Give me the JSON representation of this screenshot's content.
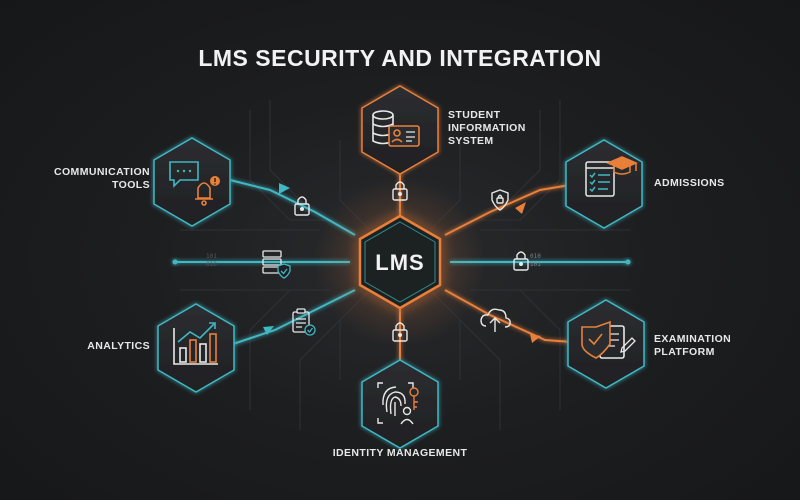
{
  "title": "LMS SECURITY AND INTEGRATION",
  "hub": {
    "label": "LMS"
  },
  "nodes": {
    "sis": {
      "line1": "STUDENT",
      "line2": "INFORMATION",
      "line3": "SYSTEM",
      "icon": "database-id-card-icon"
    },
    "communication": {
      "line1": "COMMUNICATION",
      "line2": "TOOLS",
      "icon": "chat-bell-icon"
    },
    "admissions": {
      "line1": "ADMISSIONS",
      "icon": "checklist-graduation-cap-icon"
    },
    "analytics": {
      "line1": "ANALYTICS",
      "icon": "bar-chart-trend-icon"
    },
    "examination": {
      "line1": "EXAMINATION",
      "line2": "PLATFORM",
      "icon": "shield-check-document-icon"
    },
    "identity": {
      "line1": "IDENTITY MANAGEMENT",
      "icon": "fingerprint-key-icon"
    }
  },
  "binary": {
    "left": "101",
    "left2": "010",
    "right": "010",
    "right2": "101"
  },
  "colors": {
    "teal": "#3fb8c4",
    "orange": "#e8803a",
    "background": "#1b1c1e",
    "text": "#f2f2f2"
  }
}
